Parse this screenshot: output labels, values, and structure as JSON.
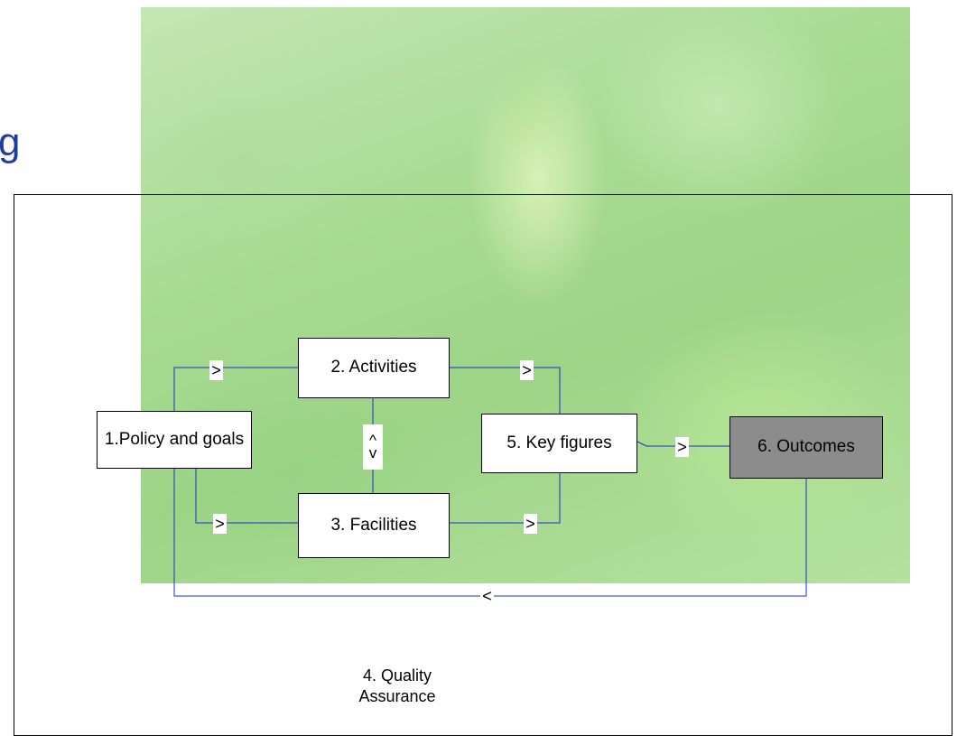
{
  "heading_fragment": "g",
  "boxes": {
    "policy": "1.Policy and goals",
    "activities": "2. Activities",
    "facilities": "3. Facilities",
    "key_figures": "5. Key figures",
    "outcomes": "6. Outcomes"
  },
  "frame_label": "4. Quality Assurance",
  "arrows": {
    "right": ">",
    "left": "<",
    "up": "^",
    "down": "v"
  },
  "colors": {
    "connector": "#1a2fd0",
    "outcomes_fill": "#8c8c8c",
    "heading": "#1f3f9e"
  }
}
